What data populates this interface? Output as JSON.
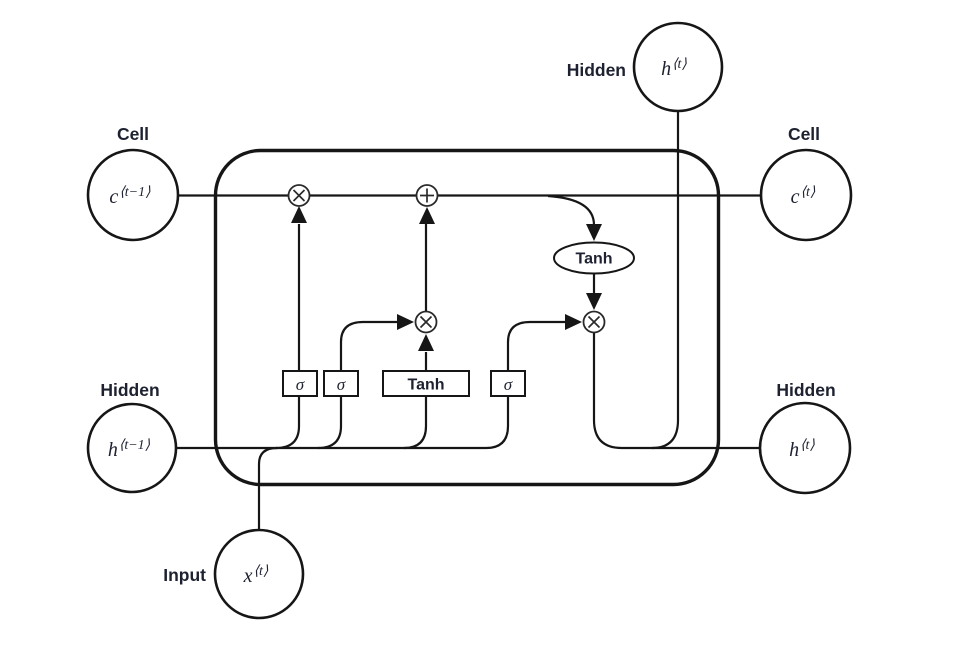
{
  "diagram": {
    "type": "lstm-cell-diagram",
    "colors": {
      "stroke": "#161616",
      "text": "#1d2130",
      "background": "#ffffff"
    },
    "nodes": {
      "top_hidden": {
        "label": "Hidden",
        "var": "h",
        "sup": "⟨t⟩"
      },
      "left_cell": {
        "label": "Cell",
        "var": "c",
        "sup": "⟨t−1⟩"
      },
      "left_hidden": {
        "label": "Hidden",
        "var": "h",
        "sup": "⟨t−1⟩"
      },
      "right_cell": {
        "label": "Cell",
        "var": "c",
        "sup": "⟨t⟩"
      },
      "right_hidden": {
        "label": "Hidden",
        "var": "h",
        "sup": "⟨t⟩"
      },
      "input": {
        "label": "Input",
        "var": "x",
        "sup": "⟨t⟩"
      }
    },
    "gates": {
      "forget_sigma": "σ",
      "input_sigma": "σ",
      "candidate_tanh": "Tanh",
      "output_sigma": "σ",
      "cell_tanh": "Tanh"
    },
    "operators": {
      "forget_multiply": "⊗",
      "cell_add": "⊕",
      "input_multiply": "⊗",
      "output_multiply": "⊗"
    }
  }
}
